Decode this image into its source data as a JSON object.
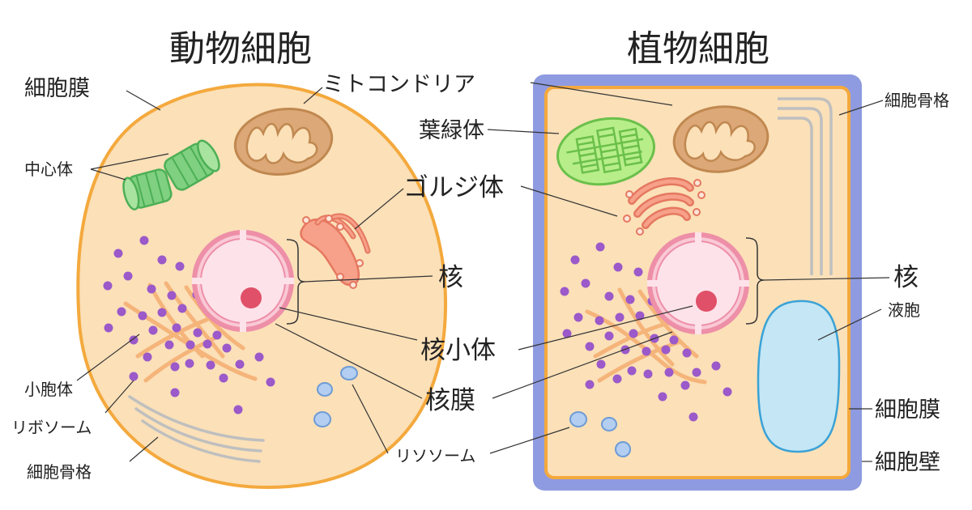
{
  "titles": {
    "animal": "動物細胞",
    "plant": "植物細胞"
  },
  "labels": {
    "mitochondria": "ミトコンドリア",
    "chloroplast": "葉緑体",
    "golgi": "ゴルジ体",
    "nucleus": "核",
    "nucleolus": "核小体",
    "nuclear_membrane": "核膜",
    "lysosome": "リソソーム",
    "animal": {
      "cell_membrane": "細胞膜",
      "centrosome": "中心体",
      "vesicle": "小胞体",
      "ribosome": "リボソーム",
      "cytoskeleton": "細胞骨格"
    },
    "plant": {
      "cytoskeleton": "細胞骨格",
      "nucleus": "核",
      "vacuole": "液胞",
      "cell_membrane": "細胞膜",
      "cell_wall": "細胞壁"
    }
  },
  "colors": {
    "cytoplasm": "#FBE0B8",
    "membrane": "#F4A93D",
    "cell_wall": "#8E9BE0",
    "nucleus": "#F9C9D6",
    "nucleus_rim": "#EE8FA8",
    "nucleolus": "#E05068",
    "mitochondria": "#DDA878",
    "chloroplast": "#B7EE8A",
    "centrosome": "#6CCB72",
    "golgi": "#F7A08A",
    "ribosome": "#9B59C9",
    "er": "#F5B47A",
    "lysosome": "#B3CEF0",
    "vacuole": "#C4E6F5",
    "cytoskeleton": "#BFBFBF"
  }
}
